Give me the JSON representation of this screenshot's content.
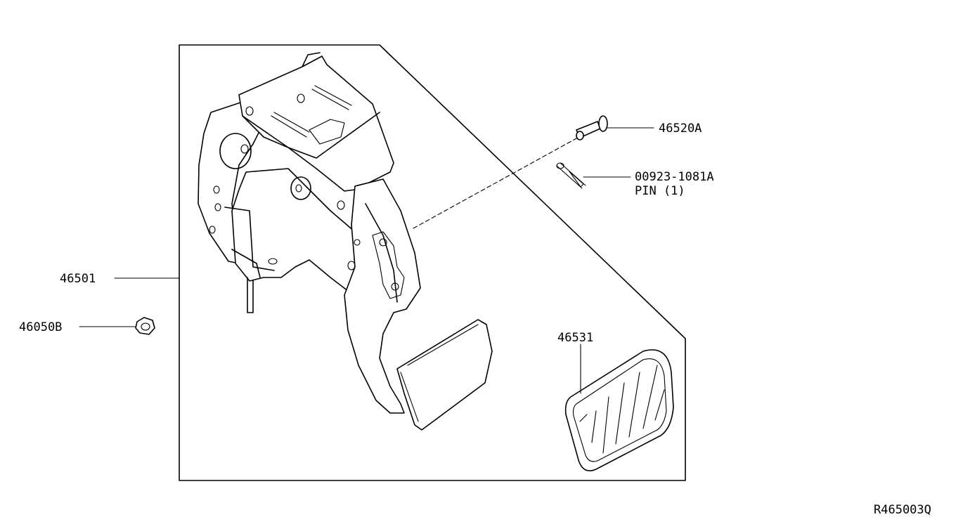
{
  "callouts": {
    "assembly": "46501",
    "nut": "46050B",
    "bolt": "46520A",
    "pin_part": "00923-1081A",
    "pin_desc": "PIN (1)",
    "pad": "46531"
  },
  "figure_id": "R465003Q"
}
